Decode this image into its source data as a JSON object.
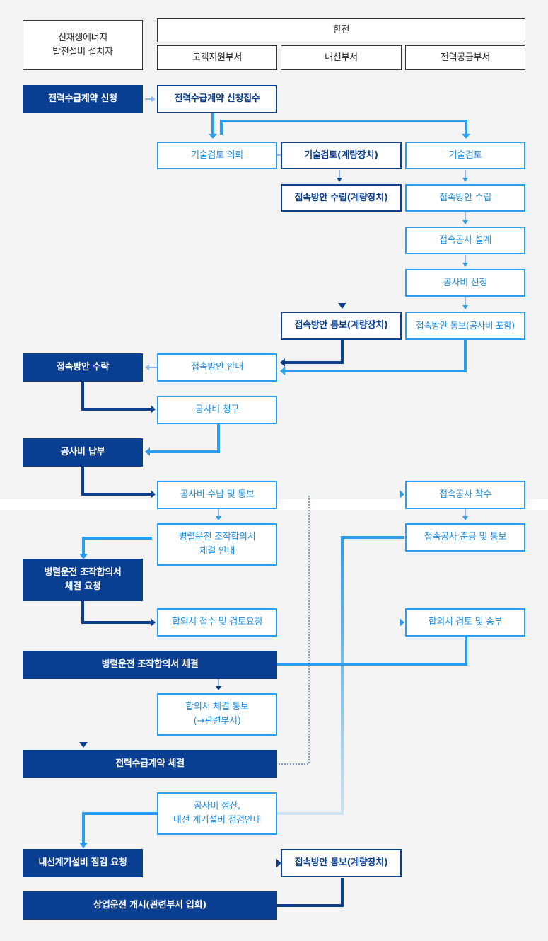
{
  "header": {
    "installer": "신재생에너지\n발전설비 설치자",
    "kepco": "한전",
    "dept_customer": "고객지원부서",
    "dept_distribution": "내선부서",
    "dept_supply": "전력공급부서"
  },
  "steps": {
    "apply": "전력수급계약 신청",
    "apply_receive": "전력수급계약 신청접수",
    "tech_review_request": "기술검토 의뢰",
    "tech_review_meter": "기술검토(계량장치)",
    "tech_review": "기술검토",
    "plan_meter": "접속방안 수립(계량장치)",
    "plan_supply": "접속방안 수립",
    "design": "접속공사 설계",
    "cost_select": "공사비 선정",
    "notice_meter": "접속방안 통보(계량장치)",
    "notice_cost": "접속방안 통보(공사비 포함)",
    "accept": "접속방안 수락",
    "guide": "접속방안 안내",
    "bill": "공사비 청구",
    "pay": "공사비 납부",
    "receipt": "공사비 수납 및 통보",
    "construct_start": "접속공사 착수",
    "agreement_guide": "병렬운전 조작합의서\n체결 안내",
    "construct_done": "접속공사 준공 및 통보",
    "agreement_request": "병렬운전 조작합의서\n체결 요청",
    "agreement_receive": "합의서 접수 및 검토요청",
    "agreement_review": "합의서 검토 및 송부",
    "agreement_sign": "병렬운전 조작합의서 체결",
    "agreement_notice": "합의서 체결 통보\n(→관련부서)",
    "contract": "전력수급계약 체결",
    "settle": "공사비 정산,\n내선 계기설비 점검안내",
    "inspect_request": "내선계기설비 점검 요청",
    "notice_meter2": "접속방안 통보(계량장치)",
    "commercial": "상업운전 개시(관련부서 입회)"
  }
}
